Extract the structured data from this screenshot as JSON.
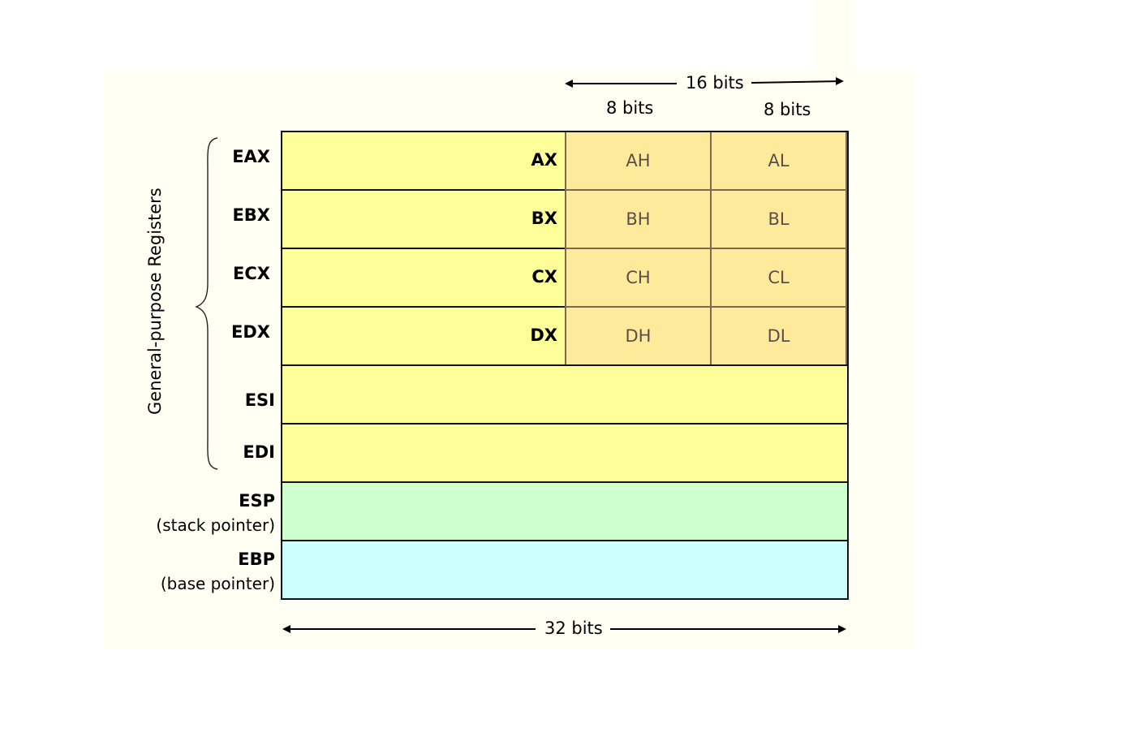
{
  "side_label": "General-purpose Registers",
  "dimensions": {
    "top_16": "16 bits",
    "high_8": "8 bits",
    "low_8": "8 bits",
    "bottom_32": "32 bits"
  },
  "registers": [
    {
      "name": "EAX",
      "sub16": "AX",
      "high": "AH",
      "low": "AL"
    },
    {
      "name": "EBX",
      "sub16": "BX",
      "high": "BH",
      "low": "BL"
    },
    {
      "name": "ECX",
      "sub16": "CX",
      "high": "CH",
      "low": "CL"
    },
    {
      "name": "EDX",
      "sub16": "DX",
      "high": "DH",
      "low": "DL"
    },
    {
      "name": "ESI"
    },
    {
      "name": "EDI"
    },
    {
      "name": "ESP",
      "description": "(stack pointer)"
    },
    {
      "name": "EBP",
      "description": "(base pointer)"
    }
  ],
  "colors": {
    "general": "#ffff99",
    "byte_cells": "#ffe99b",
    "stack_pointer": "#ccffcc",
    "base_pointer": "#ccffff"
  }
}
